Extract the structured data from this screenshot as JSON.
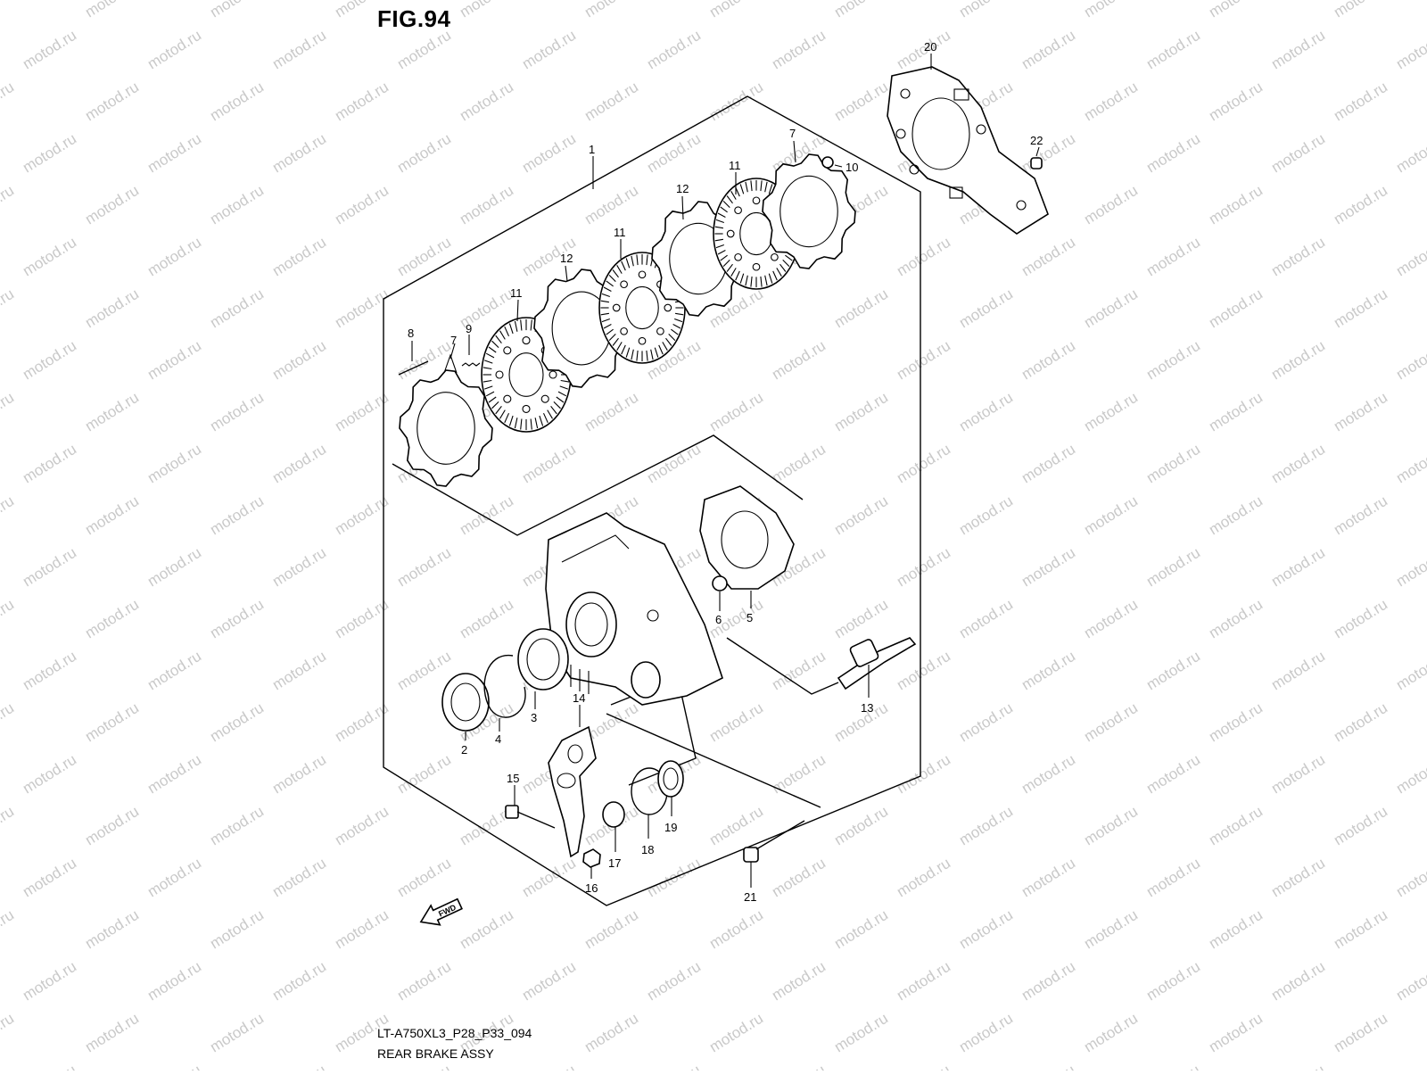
{
  "figure": {
    "title": "FIG.94",
    "code": "LT-A750XL3_P28_P33_094",
    "name": "REAR BRAKE ASSY"
  },
  "watermark": "motod.ru",
  "fwd_label": "FWD",
  "callouts": [
    "1",
    "2",
    "3",
    "4",
    "5",
    "6",
    "7",
    "7",
    "8",
    "9",
    "10",
    "11",
    "11",
    "11",
    "12",
    "12",
    "13",
    "14",
    "15",
    "16",
    "17",
    "18",
    "19",
    "20",
    "21",
    "22"
  ]
}
